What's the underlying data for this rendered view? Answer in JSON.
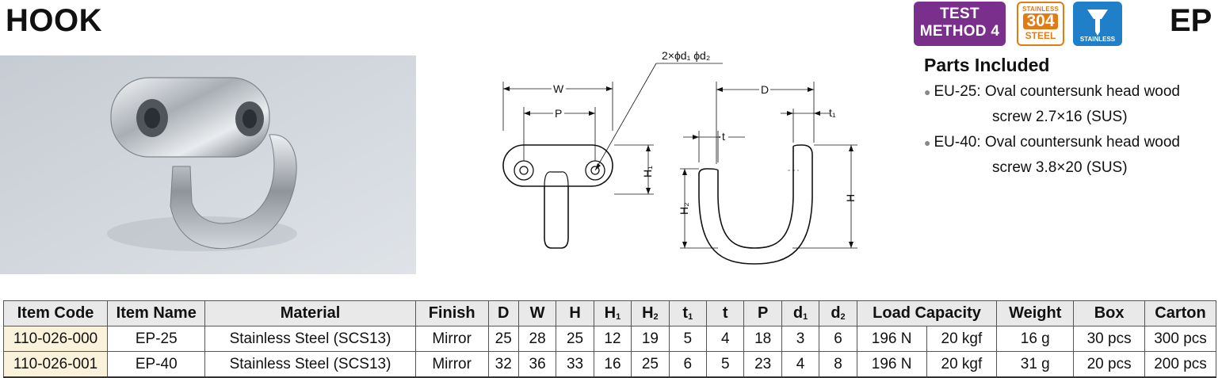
{
  "header": {
    "title": "HOOK",
    "product_code": "EP",
    "badges": {
      "test_line1": "TEST",
      "test_line2": "METHOD 4",
      "steel_top": "STAINLESS",
      "steel_num": "304",
      "steel_bottom": "STEEL",
      "stainless_label": "STAINLESS"
    }
  },
  "drawing": {
    "hole_label": "2×ϕd₁ ϕd₂",
    "dim_w": "W",
    "dim_p": "P",
    "dim_h1": "H₁",
    "dim_d": "D",
    "dim_t1": "t₁",
    "dim_t": "t",
    "dim_h2": "H₂",
    "dim_h": "H"
  },
  "parts": {
    "title": "Parts Included",
    "items": [
      {
        "code": "EU-25:",
        "line1": "Oval countersunk head wood",
        "line2": "screw 2.7×16 (SUS)"
      },
      {
        "code": "EU-40:",
        "line1": "Oval countersunk head wood",
        "line2": "screw 3.8×20 (SUS)"
      }
    ]
  },
  "table": {
    "headers": {
      "code": "Item Code",
      "name": "Item Name",
      "material": "Material",
      "finish": "Finish",
      "d": "D",
      "w": "W",
      "h": "H",
      "h1": "H",
      "h1_sub": "1",
      "h2": "H",
      "h2_sub": "2",
      "t1": "t",
      "t1_sub": "1",
      "t": "t",
      "p": "P",
      "d1": "d",
      "d1_sub": "1",
      "d2": "d",
      "d2_sub": "2",
      "load": "Load Capacity",
      "weight": "Weight",
      "box": "Box",
      "carton": "Carton"
    },
    "rows": [
      {
        "code": "110-026-000",
        "name": "EP-25",
        "material": "Stainless Steel (SCS13)",
        "finish": "Mirror",
        "d": "25",
        "w": "28",
        "h": "25",
        "h1": "12",
        "h2": "19",
        "t1": "5",
        "t": "4",
        "p": "18",
        "d1": "3",
        "d2": "6",
        "load_n": "196 N",
        "load_kgf": "20 kgf",
        "weight": "16 g",
        "box": "30 pcs",
        "carton": "300 pcs"
      },
      {
        "code": "110-026-001",
        "name": "EP-40",
        "material": "Stainless Steel (SCS13)",
        "finish": "Mirror",
        "d": "32",
        "w": "36",
        "h": "33",
        "h1": "16",
        "h2": "25",
        "t1": "6",
        "t": "5",
        "p": "23",
        "d1": "4",
        "d2": "8",
        "load_n": "196 N",
        "load_kgf": "20 kgf",
        "weight": "31 g",
        "box": "20 pcs",
        "carton": "200 pcs"
      }
    ]
  },
  "colors": {
    "test_badge": "#7b2f8c",
    "steel_badge": "#e47b12",
    "stainless_badge": "#1f7fc8",
    "code_cell": "#fbf2dc"
  }
}
